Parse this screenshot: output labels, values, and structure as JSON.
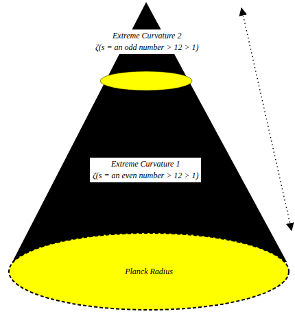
{
  "diagram": {
    "nodes": [
      {
        "text": [
          "Extreme Curvature 2",
          "ζ(s = an odd number > 12 > 1)"
        ]
      },
      {
        "text": [
          "Extreme Curvature 1",
          "ζ(s = an even number > 12 > 1)"
        ]
      },
      {
        "text": [
          "Planck Radius"
        ]
      }
    ]
  }
}
